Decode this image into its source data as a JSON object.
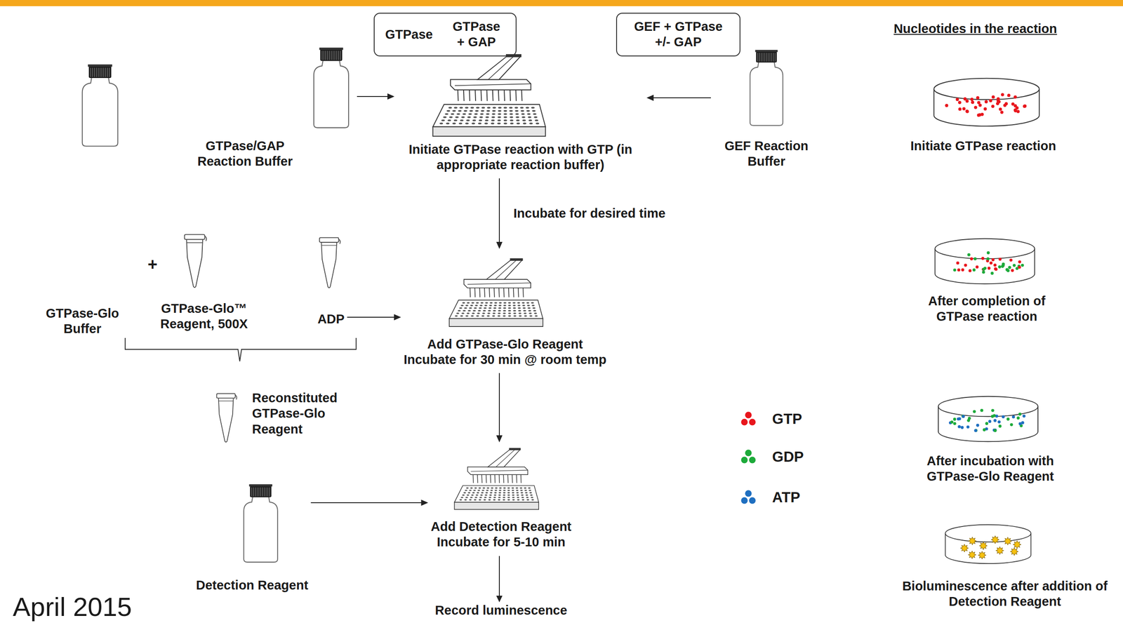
{
  "diagram": {
    "nodes": [
      {
        "text": [
          "GTPase",
          "GTPase + GAP"
        ]
      },
      {
        "text": [
          "GEF + GTPase +/- GAP"
        ]
      },
      {
        "text": [
          "GTPase/GAP Reaction Buffer"
        ]
      },
      {
        "text": [
          "Initiate GTPase reaction with GTP (in appropriate reaction buffer)"
        ]
      },
      {
        "text": [
          "GEF Reaction Buffer"
        ]
      },
      {
        "text": [
          "Initiate GTPase reaction"
        ]
      },
      {
        "text": [
          "GTPase-Glo Buffer"
        ]
      },
      {
        "text": [
          "GTPase-Glo™ Reagent, 500X"
        ]
      },
      {
        "text": [
          "ADP"
        ]
      },
      {
        "text": [
          "Add GTPase-Glo Reagent",
          "Incubate for 30 min @ room temp"
        ]
      },
      {
        "text": [
          "After completion of GTPase reaction"
        ]
      },
      {
        "text": [
          "Reconstituted GTPase-Glo Reagent"
        ]
      },
      {
        "text": [
          "Detection Reagent"
        ]
      },
      {
        "text": [
          "Add Detection Reagent",
          "Incubate for 5-10 min"
        ]
      },
      {
        "text": [
          "After incubation with GTPase-Glo Reagent"
        ]
      },
      {
        "text": [
          "Bioluminescence after addition of Detection Reagent"
        ]
      }
    ],
    "edges": [
      {
        "from": 2,
        "to": 3,
        "arrow": "to"
      },
      {
        "from": 4,
        "to": 3,
        "arrow": "to"
      },
      {
        "from": 3,
        "to": 9,
        "label": "Incubate for desired time",
        "arrow": "to"
      },
      {
        "from": 8,
        "to": 9,
        "arrow": "to"
      },
      {
        "from": 9,
        "to": 13,
        "arrow": "to"
      },
      {
        "from": 12,
        "to": 13,
        "arrow": "to"
      }
    ],
    "labels": [
      "Nucleotides in the reaction",
      "+",
      "Record luminescence",
      "April 2015"
    ],
    "legend": [
      {
        "text": "GTP",
        "color": "#e8161d"
      },
      {
        "text": "GDP",
        "color": "#1daa3a"
      },
      {
        "text": "ATP",
        "color": "#1f6fc0"
      }
    ]
  }
}
